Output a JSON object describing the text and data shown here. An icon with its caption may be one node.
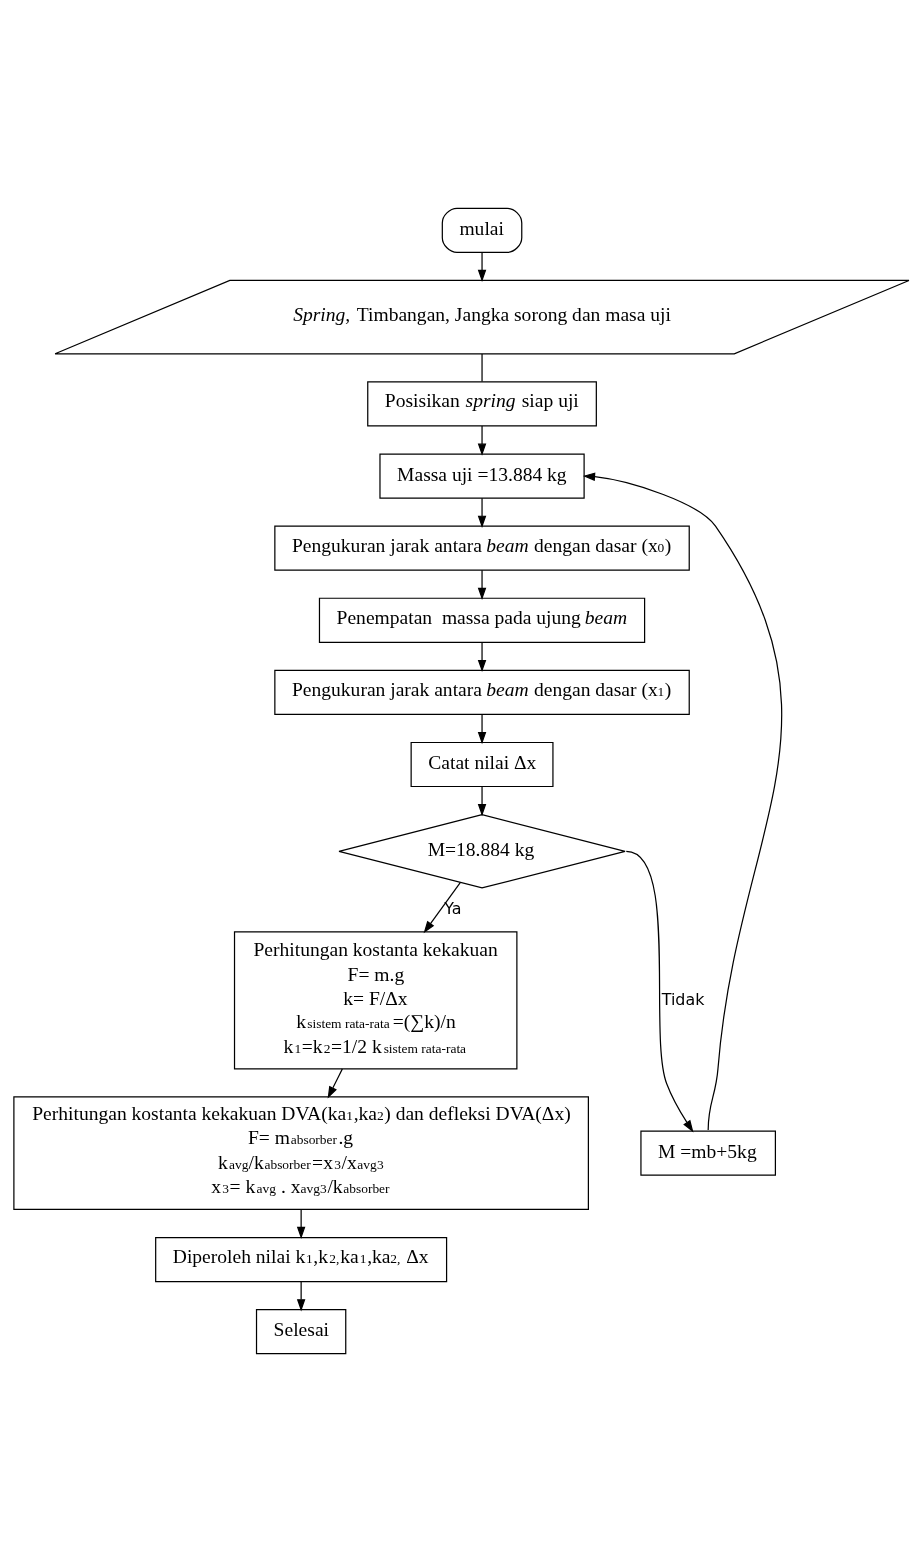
{
  "diagram": {
    "nodes": [
      {
        "text": [
          "mulai"
        ]
      },
      {
        "text": [
          "*Spring,* Timbangan, Jangka sorong dan masa uji"
        ]
      },
      {
        "text": [
          "Posisikan *spring* siap uji"
        ]
      },
      {
        "text": [
          "Massa uji =13.884 kg"
        ]
      },
      {
        "text": [
          "Pengukuran jarak antara *beam* dengan dasar (x$_{0}$)"
        ]
      },
      {
        "text": [
          "Penempatan  massa pada ujung *beam*"
        ]
      },
      {
        "text": [
          "Pengukuran jarak antara *beam* dengan dasar (x$_{1}$)"
        ]
      },
      {
        "text": [
          "Catat nilai Δx"
        ]
      },
      {
        "text": [
          "M=18.884 kg"
        ]
      },
      {
        "text": [
          "M =mb+5kg"
        ]
      },
      {
        "text": [
          "Perhitungan kostanta kekakuan",
          "F= m.g",
          "k= F/Δx",
          "k$_{sistem rata-rata}$=(∑k)/n",
          "k$_{1}$=k$_{2}$=1/2 k$_{sistem rata-rata}$"
        ]
      },
      {
        "text": [
          "Perhitungan kostanta kekakuan DVA(ka$_{1}$,ka$_{2}$) dan defleksi DVA(Δx)",
          "F= m$_{absorber}$.g",
          "k$_{avg}$/k$_{absorber}$=x$^{3}$/x$_{avg}$$^{3}$",
          "x$^{3}$= k$_{avg}$ . x$_{avg}$$^{3}$/k$_{absorber}$"
        ]
      },
      {
        "text": [
          "Diperoleh nilai k$_{1}$,k$_{2,}$ka$_{1}$,ka$_{2,}$ Δx"
        ]
      },
      {
        "text": [
          "Selesai"
        ]
      }
    ],
    "edges": [
      {
        "from": 0,
        "to": 1,
        "arrow": "to"
      },
      {
        "from": 1,
        "to": 2,
        "arrow": "none"
      },
      {
        "from": 2,
        "to": 3,
        "arrow": "to"
      },
      {
        "from": 3,
        "to": 4,
        "arrow": "to"
      },
      {
        "from": 4,
        "to": 5,
        "arrow": "to"
      },
      {
        "from": 5,
        "to": 6,
        "arrow": "to"
      },
      {
        "from": 6,
        "to": 7,
        "arrow": "to"
      },
      {
        "from": 7,
        "to": 8,
        "arrow": "to"
      },
      {
        "from": 8,
        "to": 9,
        "arrow": "to",
        "label": "Tidak"
      },
      {
        "from": 9,
        "to": 3,
        "arrow": "to"
      },
      {
        "from": 8,
        "to": 10,
        "arrow": "to",
        "label": "Ya"
      },
      {
        "from": 10,
        "to": 11,
        "arrow": "to"
      },
      {
        "from": 11,
        "to": 12,
        "arrow": "to"
      },
      {
        "from": 12,
        "to": 13,
        "arrow": "to"
      }
    ]
  }
}
